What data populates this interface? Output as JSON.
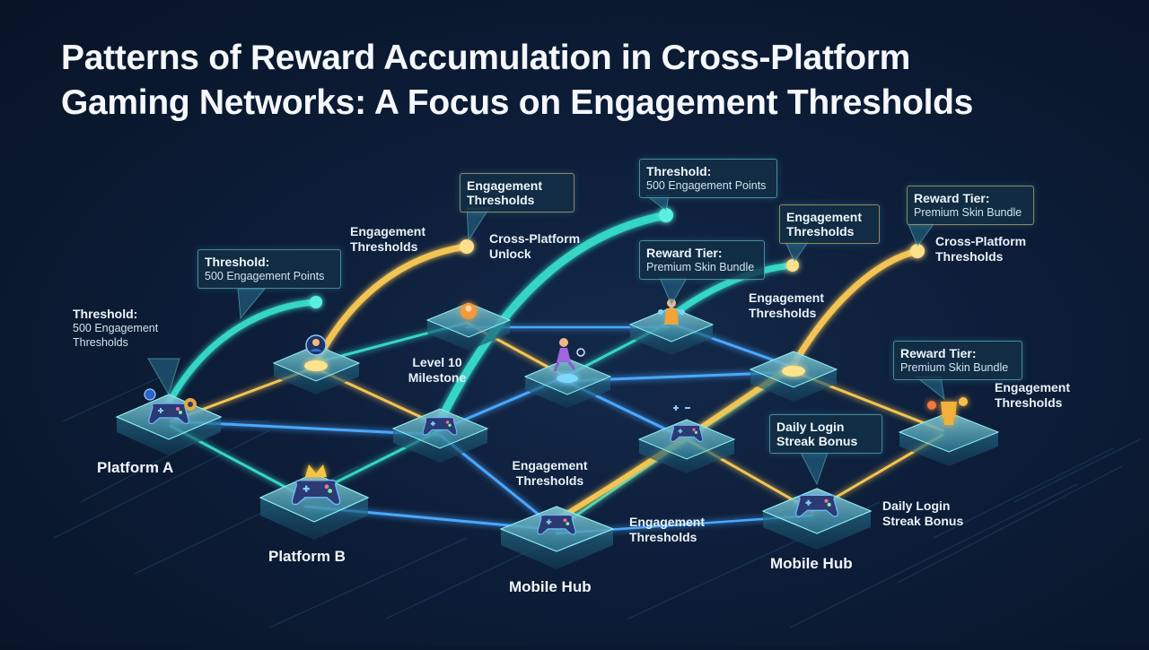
{
  "title": {
    "line1": "Patterns of Reward Accumulation in Cross-Platform",
    "line2": "Gaming Networks: A Focus on Engagement Thresholds"
  },
  "colors": {
    "background": "#0d1d38",
    "teal": "#34d6c6",
    "gold": "#f2c453",
    "blue": "#4aa8ff",
    "tile": "#3b8fa8"
  },
  "nodes": {
    "platform_a": "Platform A",
    "platform_b": "Platform B",
    "mobile_hub_1": "Mobile Hub",
    "mobile_hub_2": "Mobile Hub"
  },
  "callouts": {
    "c1_head": "Threshold:",
    "c1_sub": "500 Engagement Thresholds",
    "c2_head": "Threshold:",
    "c2_sub": "500 Engagement Points",
    "c3_head": "Engagement Thresholds",
    "c4_head": "Threshold:",
    "c4_sub": "500 Engagement Points",
    "c5_head": "Reward Tier:",
    "c5_sub": "Premium Skin Bundle",
    "c6_head": "Engagement Thresholds",
    "c7_head": "Reward Tier:",
    "c7_sub": "Premium Skin Bundle",
    "c8_head": "Reward Tier:",
    "c8_sub": "Premium Skin Bundle",
    "c9_head": "Daily Login Streak Bonus"
  },
  "labels": {
    "l_engagement_1": "Engagement Thresholds",
    "l_cross_unlock": "Cross-Platform Unlock",
    "l_level10": "Level 10 Milestone",
    "l_engagement_2": "Engagement Thresholds",
    "l_cross_thresholds": "Cross-Platform Thresholds",
    "l_engagement_3": "Engagement Thresholds",
    "l_engagement_4": "Engagement Thresholds",
    "l_engagement_5": "Engagement Thresholds",
    "l_daily_login": "Daily Login Streak Bonus"
  },
  "icons": [
    "gamepad-icon",
    "crown-icon",
    "avatar-icon",
    "trophy-icon",
    "gear-icon"
  ]
}
